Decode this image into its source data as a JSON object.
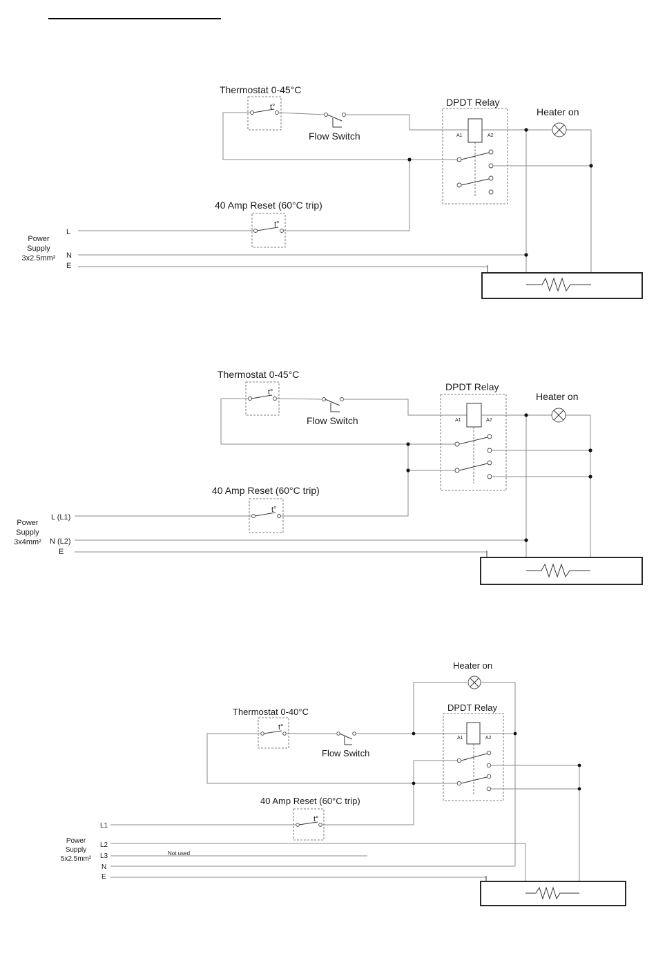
{
  "diagrams": [
    {
      "thermostat": "Thermostat 0-45°C",
      "flow_switch": "Flow Switch",
      "relay": "DPDT Relay",
      "heater_on": "Heater on",
      "reset": "40 Amp Reset (60°C trip)",
      "supply": [
        "Power",
        "Supply",
        "3x2.5mm²"
      ],
      "terminals": [
        "L",
        "N",
        "E"
      ],
      "a1": "A1",
      "a2": "A2",
      "t": "t°"
    },
    {
      "thermostat": "Thermostat 0-45°C",
      "flow_switch": "Flow Switch",
      "relay": "DPDT Relay",
      "heater_on": "Heater on",
      "reset": "40 Amp Reset (60°C trip)",
      "supply": [
        "Power",
        "Supply",
        "3x4mm²"
      ],
      "terminals": [
        "L (L1)",
        "N (L2)",
        "E"
      ],
      "a1": "A1",
      "a2": "A2",
      "t": "t°"
    },
    {
      "thermostat": "Thermostat 0-40°C",
      "flow_switch": "Flow Switch",
      "relay": "DPDT Relay",
      "heater_on": "Heater on",
      "reset": "40 Amp Reset (60°C trip)",
      "supply": [
        "Power",
        "Supply",
        "5x2.5mm²"
      ],
      "terminals": [
        "L1",
        "L2",
        "L3",
        "N",
        "E"
      ],
      "not_used": "Not used",
      "a1": "A1",
      "a2": "A2",
      "t": "t°"
    }
  ]
}
